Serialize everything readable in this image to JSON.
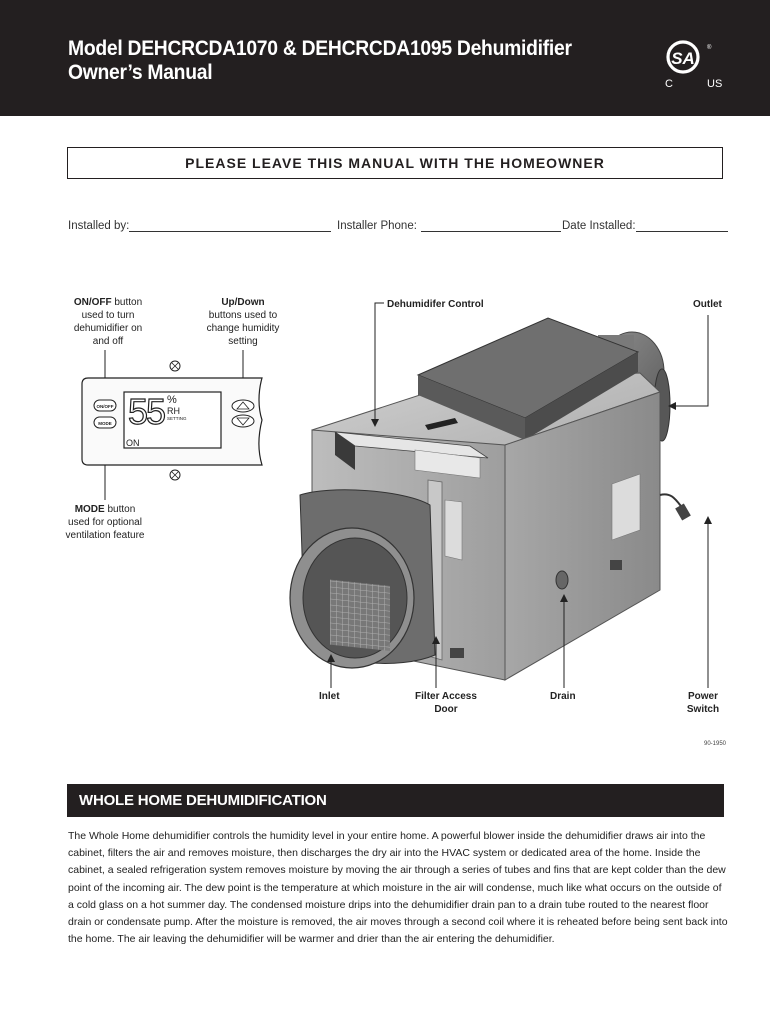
{
  "header": {
    "title_line1": "Model DEHCRCDA1070 & DEHCRCDA1095 Dehumidifier",
    "title_line2": "Owner’s Manual",
    "cert_logo": {
      "mark": "SA",
      "left": "C",
      "right": "US",
      "registered": "®"
    }
  },
  "notice": "PLEASE LEAVE THIS MANUAL WITH THE HOMEOWNER",
  "install_fields": {
    "installed_by": "Installed by:",
    "installer_phone": "Installer Phone:",
    "date_installed": "Date Installed:"
  },
  "control_callouts": {
    "onoff_bold": "ON/OFF",
    "onoff_rest": " button",
    "onoff_line2": "used to turn",
    "onoff_line3": "dehumidifier on",
    "onoff_line4": "and off",
    "updown_bold": "Up/Down",
    "updown_line2": "buttons used to",
    "updown_line3": "change humidity",
    "updown_line4": "setting",
    "mode_bold": "MODE",
    "mode_rest": " button",
    "mode_line2": "used for optional",
    "mode_line3": "ventilation feature"
  },
  "control_panel": {
    "onoff_button": "ON/OFF",
    "mode_button": "MODE",
    "display_value": "55",
    "display_unit": "%",
    "display_rh": "RH",
    "display_setting": "SETTING",
    "display_on": "ON"
  },
  "unit_labels": {
    "dehumidifier_control": "Dehumidifer Control",
    "outlet": "Outlet",
    "inlet": "Inlet",
    "filter_access_line1": "Filter Access",
    "filter_access_line2": "Door",
    "drain": "Drain",
    "power_line1": "Power",
    "power_line2": "Switch"
  },
  "figure_number": "90-1950",
  "section": {
    "title": "WHOLE HOME DEHUMIDIFICATION",
    "body": "The Whole Home dehumidifier controls the humidity level in your entire home. A powerful blower inside the dehumidifier draws air into the cabinet, filters the air and removes moisture, then discharges the dry air into the HVAC system or dedicated area of the home. Inside the cabinet, a sealed refrigeration system removes moisture by moving the air through a series of tubes and fins that are kept colder than the dew point of the incoming air. The dew point is the temperature at which moisture in the air will condense, much like what occurs on the outside of a cold glass on a hot summer day. The condensed moisture drips into the dehumidifier drain pan to a drain tube routed to the nearest floor drain or condensate pump. After the moisture is removed, the air moves through a second coil where it is reheated before being sent back into the home. The air leaving the dehumidifier will be warmer and drier than the air entering the dehumidifier."
  }
}
